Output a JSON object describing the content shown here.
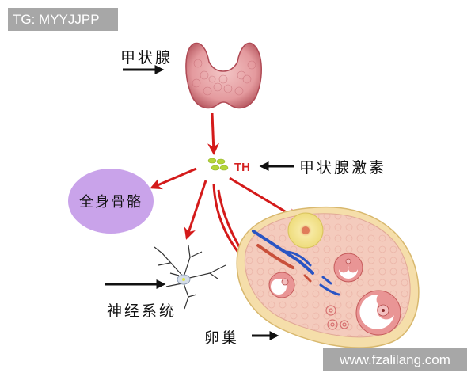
{
  "watermarks": {
    "top_left": "TG: MYYJJPP",
    "bottom_right": "www.fzalilang.com"
  },
  "labels": {
    "thyroid": "甲状腺",
    "thyroid_hormone": "甲状腺激素",
    "th_abbrev": "TH",
    "whole_body_bones": "全身骨骼",
    "nervous_system": "神经系统",
    "ovary": "卵巢"
  },
  "icons": {
    "thyroid_gland": "thyroid-gland-illustration",
    "hormone_particles": "hormone-particles",
    "neuron": "neuron-illustration",
    "ovary": "ovary-cross-section-illustration"
  },
  "colors": {
    "arrow_red": "#d41a1a",
    "arrow_black": "#111111",
    "bone_bubble": "#c9a3ea",
    "hormone_particle": "#b5d63a",
    "watermark_bg": "#a7a7a7",
    "ovary_tissue": "#f4cbbd",
    "ovary_capsule": "#f5deaa",
    "vein_blue": "#2a55c4",
    "artery_red": "#c9503a"
  }
}
